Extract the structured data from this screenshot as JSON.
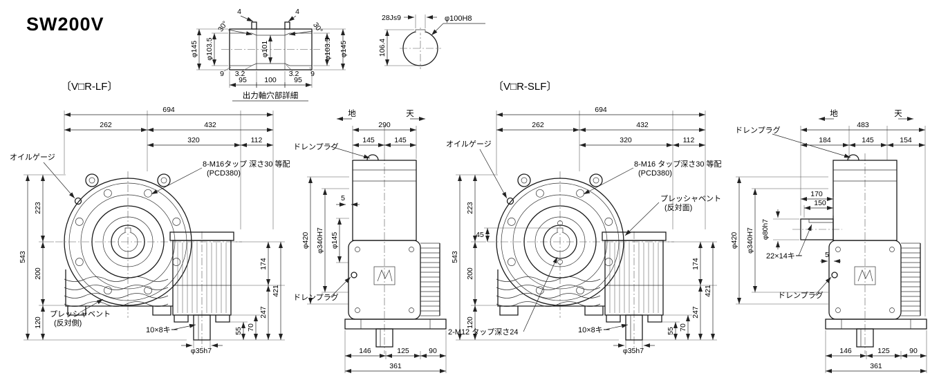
{
  "title": "SW200V",
  "detail_bore": {
    "caption": "出力軸穴部詳細",
    "tab_w_l": "4",
    "tab_w_r": "4",
    "dia145_l": "φ145",
    "dia103_l": "φ103.5",
    "ang_l": "30°",
    "dia101": "φ101",
    "ang_r": "30°",
    "dia103_r": "φ103.5",
    "dia145_r": "φ145",
    "d9_l": "9",
    "d32_l": "3.2",
    "d32_r": "3.2",
    "d9_r": "9",
    "w95_l": "95",
    "w100": "100",
    "w95_r": "95"
  },
  "detail_key": {
    "key": "28Js9",
    "bore": "φ100H8",
    "h": "106.4"
  },
  "lf": {
    "label": "〔V□R-LF〕",
    "w694": "694",
    "w262": "262",
    "w432": "432",
    "w320": "320",
    "w112": "112",
    "h543": "543",
    "h223": "223",
    "h200": "200",
    "h120": "120",
    "h174": "174",
    "h247": "247",
    "h421": "421",
    "h70": "70",
    "h55": "55",
    "shaft": "φ35h7",
    "key": "10×8キー",
    "oil": "オイルゲージ",
    "tap": "8-M16タップ 深さ30 等配",
    "pcd": "(PCD380)",
    "vent": "プレッシャベント",
    "vent2": "(反対側)"
  },
  "lfs": {
    "ground": "地",
    "sky": "天",
    "w290": "290",
    "w145l": "145",
    "w145r": "145",
    "d5": "5",
    "dia420": "φ420",
    "dia340": "φ340H7",
    "dia145": "φ145",
    "drain_top": "ドレンプラグ",
    "drain_side": "ドレンプラグ",
    "w146": "146",
    "w125": "125",
    "w90": "90",
    "w361": "361"
  },
  "slf": {
    "label": "〔V□R-SLF〕",
    "w694": "694",
    "w262": "262",
    "w432": "432",
    "w320": "320",
    "w112": "112",
    "h543": "543",
    "h223": "223",
    "h200": "200",
    "h120": "120",
    "h45": "45",
    "h174": "174",
    "h247": "247",
    "h421": "421",
    "h70": "70",
    "h55": "55",
    "shaft": "φ35h7",
    "key": "10×8キー",
    "oil": "オイルゲージ",
    "tap": "8-M16 タップ深さ30 等配",
    "pcd": "(PCD380)",
    "vent": "プレッシャベント",
    "vent2": "(反対面)",
    "tap2": "2-M12 タップ深さ24"
  },
  "slfs": {
    "ground": "地",
    "sky": "天",
    "w483": "483",
    "w184": "184",
    "w145": "145",
    "w154": "154",
    "l170": "170",
    "l150": "150",
    "dia420": "φ420",
    "dia340": "φ340H7",
    "dia80": "φ80h7",
    "key": "22×14キー",
    "d5": "5",
    "drain_top": "ドレンプラグ",
    "drain_bottom": "ドレンプラグ",
    "w146": "146",
    "w125": "125",
    "w90": "90",
    "w361": "361"
  }
}
